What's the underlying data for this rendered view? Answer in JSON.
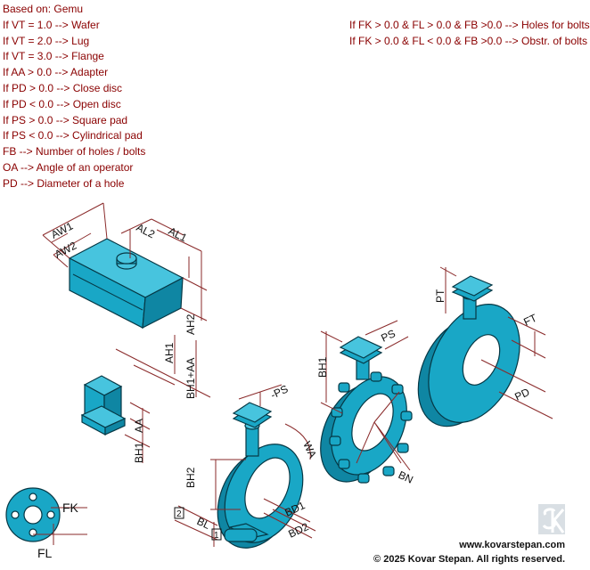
{
  "notes_left": [
    "Based on: Gemu",
    "If VT = 1.0 --> Wafer",
    "If VT = 2.0 --> Lug",
    "If VT = 3.0 --> Flange",
    "If AA > 0.0 --> Adapter",
    "If PD > 0.0 --> Close disc",
    "If PD < 0.0 --> Open disc",
    "If PS > 0.0 --> Square pad",
    "If PS < 0.0 --> Cylindrical pad",
    "FB --> Number of holes / bolts",
    "OA --> Angle of an operator",
    "PD --> Diameter of a hole"
  ],
  "notes_right": [
    "If FK > 0.0 & FL > 0.0 & FB >0.0 --> Holes for bolts",
    "If FK > 0.0 & FL < 0.0 & FB >0.0 --> Obstr. of bolts"
  ],
  "dims": {
    "aw1": "AW1",
    "aw2": "AW2",
    "al2": "AL2",
    "al1": "AL1",
    "ah2": "AH2",
    "ah1": "AH1",
    "bh1aa_top": "BH1+AA",
    "bh1_adapter": "BH1",
    "aa": "AA",
    "ps_neg": "-PS",
    "wa": "WA",
    "bh2": "BH2",
    "bl": "BL",
    "bd1": "BD1",
    "bd2": "BD2",
    "n2": "2",
    "n1": "1",
    "bh1_lug": "BH1",
    "ps_lug": "PS",
    "bn": "BN",
    "pt": "PT",
    "ft": "FT",
    "pd": "PD",
    "fk": "FK",
    "fl": "FL"
  },
  "footer": {
    "website": "www.kovarstepan.com",
    "copyright": "© 2025 Kovar Stepan. All rights reserved."
  },
  "colors": {
    "part": "#19a7c6",
    "dimension": "#8a2a2a",
    "note_text": "#8a0000"
  }
}
